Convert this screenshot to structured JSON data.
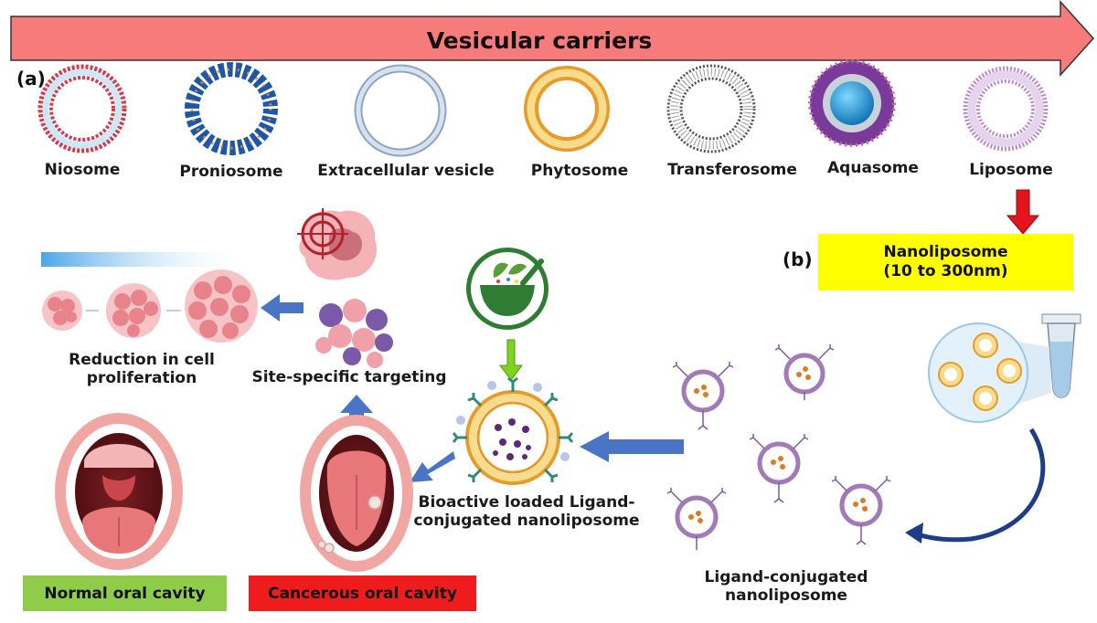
{
  "banner": {
    "title": "Vesicular carriers",
    "color": "#f77b7b"
  },
  "panel_a": {
    "tag": "(a)"
  },
  "panel_b": {
    "tag": "(b)"
  },
  "vesicles": [
    {
      "label": "Niosome",
      "icon": "niosome-icon"
    },
    {
      "label": "Proniosome",
      "icon": "proniosome-icon"
    },
    {
      "label": "Extracellular vesicle",
      "icon": "extracellular-vesicle-icon"
    },
    {
      "label": "Phytosome",
      "icon": "phytosome-icon"
    },
    {
      "label": "Transferosome",
      "icon": "transferosome-icon"
    },
    {
      "label": "Aquasome",
      "icon": "aquasome-icon"
    },
    {
      "label": "Liposome",
      "icon": "liposome-icon"
    }
  ],
  "nanoliposome": {
    "line1": "Nanoliposome",
    "line2": "(10 to 300nm)",
    "color": "#ffff00"
  },
  "labels": {
    "reduction": "Reduction in cell proliferation",
    "site_targeting": "Site-specific targeting",
    "bioactive": "Bioactive loaded Ligand-conjugated nanoliposome",
    "ligand_conjugated": "Ligand-conjugated nanoliposome"
  },
  "badges": {
    "normal": {
      "text": "Normal oral cavity",
      "color": "#8fcc4a"
    },
    "cancer": {
      "text": "Cancerous oral cavity",
      "color": "#ee1c1c"
    }
  },
  "arrow_color": "#4a74c4"
}
